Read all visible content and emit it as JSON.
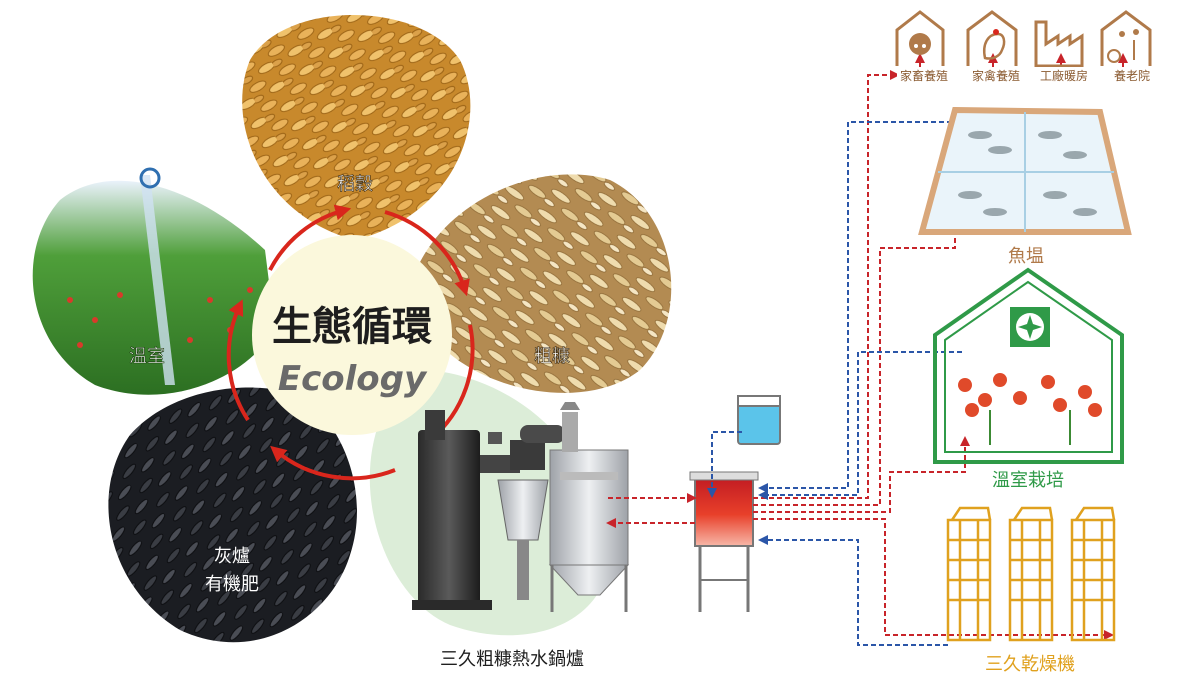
{
  "center": {
    "title": "生態循環",
    "subtitle": "Ecology"
  },
  "petals": {
    "rice": "稻穀",
    "husk": "粗糠",
    "greenhouse": "溫室",
    "ash_line1": "灰爐",
    "ash_line2": "有機肥"
  },
  "boiler": {
    "label": "三久粗糠熱水鍋爐"
  },
  "top_row": [
    "家畜養殖",
    "家禽養殖",
    "工廠暖房",
    "養老院"
  ],
  "right": {
    "fish": "魚塭",
    "greenhouse_cultivation": "溫室栽培",
    "dryer": "三久乾燥機"
  },
  "colors": {
    "cycle_red": "#d9261c",
    "hot_line": "#c8242a",
    "cold_line": "#2b56a8",
    "brown": "#b07a4a",
    "green_house": "#2f9a48",
    "dryer_gold": "#e0a11e",
    "center_cream": "#fbf8dc",
    "water_blue": "#5bc4ea"
  }
}
